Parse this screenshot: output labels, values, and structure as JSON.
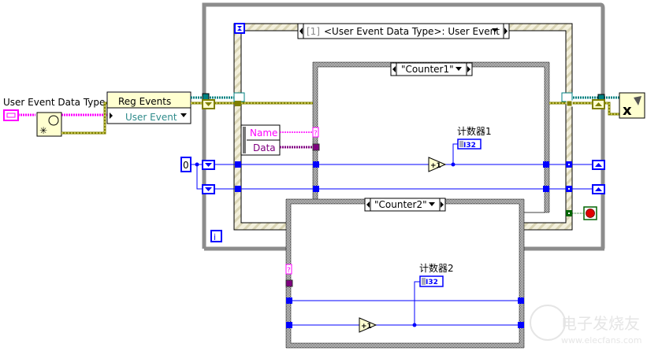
{
  "diagram": {
    "control_label": "User Event Data Type",
    "reg_events": {
      "title": "Reg Events",
      "item": "User Event"
    },
    "event_structure": {
      "index": "[1]",
      "selector": "<User Event Data Type>: User Event"
    },
    "unbundle": {
      "name": "Name",
      "data": "Data"
    },
    "case1": {
      "selector": "\"Counter1\"",
      "indicator_label": "计数器1",
      "indicator_type": "I32",
      "increment": "+1"
    },
    "case2": {
      "selector": "\"Counter2\"",
      "indicator_label": "计数器2",
      "indicator_type": "I32",
      "increment": "+1"
    },
    "constant": "0",
    "iteration": "i",
    "unknown_terminal": "?",
    "watermark": {
      "cn": "电子发烧友",
      "url": "www.elecfans.com"
    }
  },
  "colors": {
    "int_wire": "#0000ff",
    "string_wire": "#ff00ff",
    "refnum_wire": "#008080",
    "event_wire": "#7f7f00",
    "data_wire": "#800080",
    "loop_border": "#8c8c8c"
  }
}
